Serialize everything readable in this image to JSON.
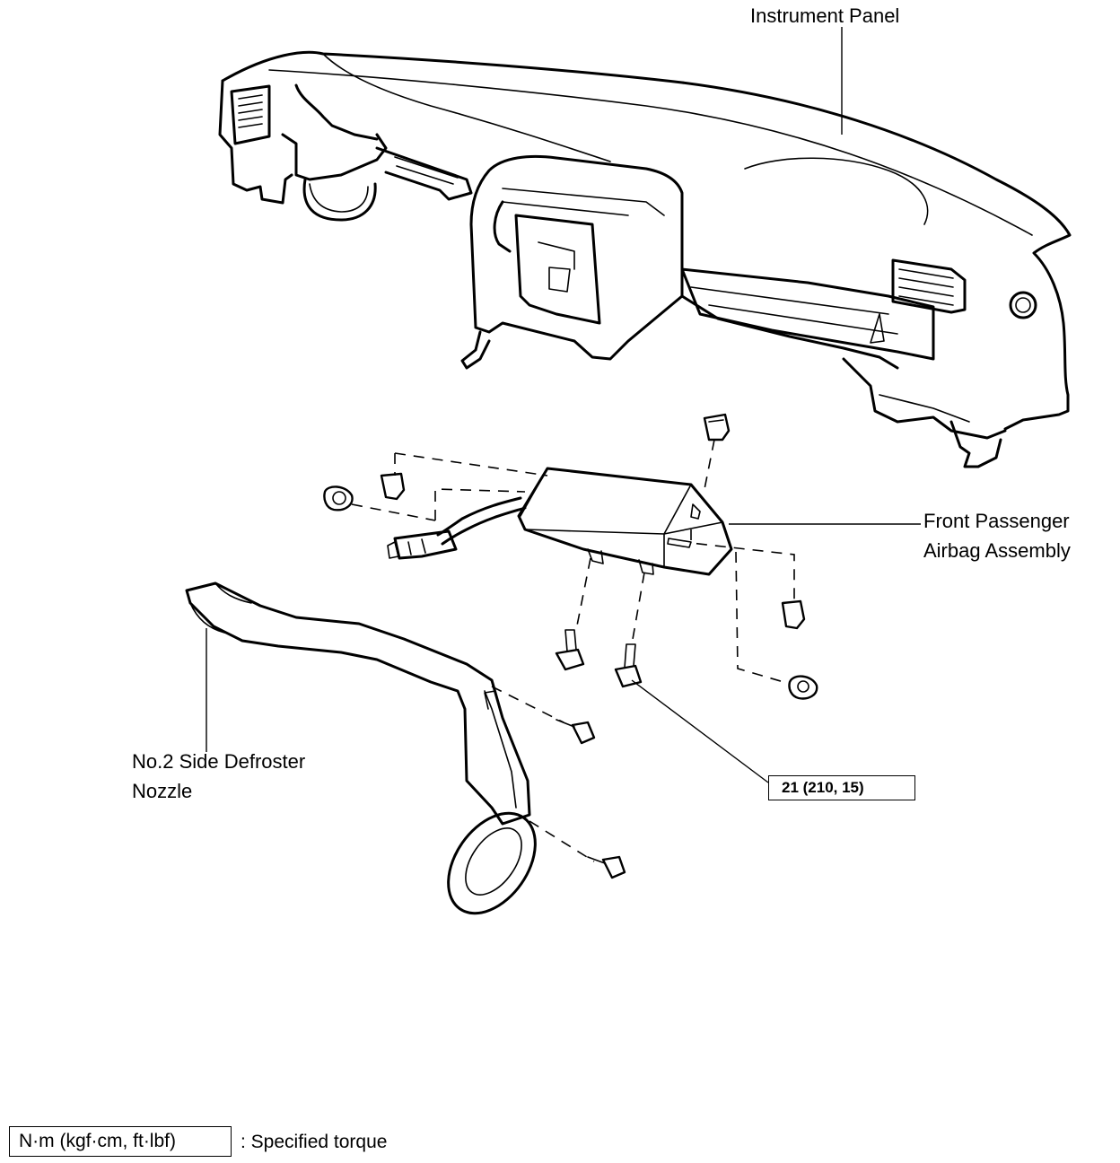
{
  "labels": {
    "instrument_panel": "Instrument Panel",
    "airbag_line1": "Front Passenger",
    "airbag_line2": "Airbag Assembly",
    "nozzle_line1": "No.2 Side Defroster",
    "nozzle_line2": "Nozzle"
  },
  "torque_spec": "21 (210, 15)",
  "legend": {
    "units": "N·m (kgf·cm, ft·lbf)",
    "description": ": Specified torque"
  }
}
